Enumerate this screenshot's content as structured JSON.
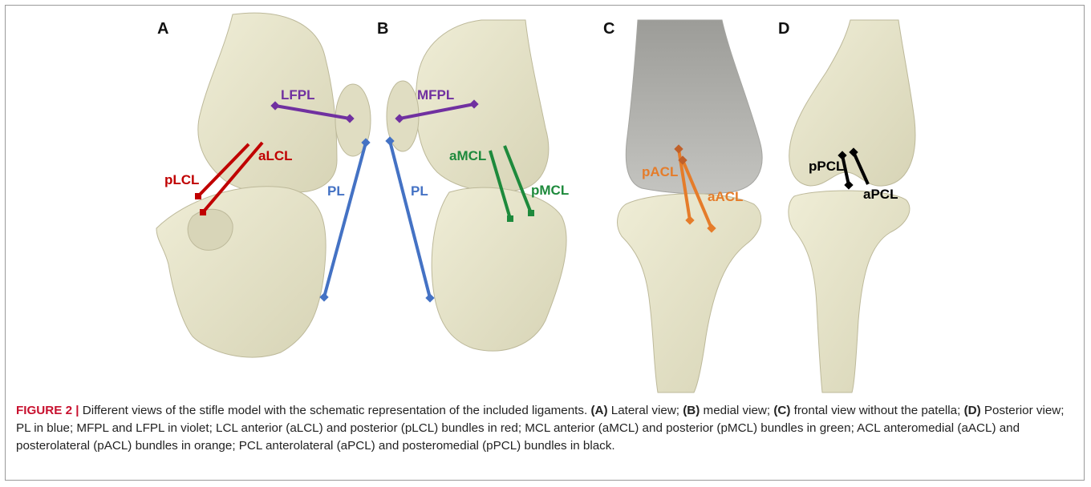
{
  "figure": {
    "panels": [
      "A",
      "B",
      "C",
      "D"
    ],
    "ligaments": {
      "A": {
        "lfpl": "LFPL",
        "alcl": "aLCL",
        "plcl": "pLCL",
        "pl": "PL"
      },
      "B": {
        "mfpl": "MFPL",
        "amcl": "aMCL",
        "pmcl": "pMCL",
        "pl": "PL"
      },
      "C": {
        "pacl": "pACL",
        "aacl": "aACL"
      },
      "D": {
        "ppcl": "pPCL",
        "apcl": "aPCL"
      }
    },
    "colors": {
      "bone": "#e6e3c8",
      "bone_shadow": "#c9c6a6",
      "femur_translucent": "#b4b4b0",
      "violet": "#7030a0",
      "red": "#c00000",
      "blue": "#4472c4",
      "green": "#1e8a3c",
      "orange": "#e57c2a",
      "black": "#000000"
    }
  },
  "caption": {
    "label": "FIGURE 2 |",
    "parts": [
      {
        "t": " Different views of the stifle model with the schematic representation of the included ligaments. "
      },
      {
        "t": "(A)",
        "b": true
      },
      {
        "t": " Lateral view; "
      },
      {
        "t": "(B)",
        "b": true
      },
      {
        "t": " medial view; "
      },
      {
        "t": "(C)",
        "b": true
      },
      {
        "t": " frontal view without the patella; "
      },
      {
        "t": "(D)",
        "b": true
      },
      {
        "t": " Posterior view; PL in blue; MFPL and LFPL in violet; LCL anterior (aLCL) and posterior (pLCL) bundles in red; MCL anterior (aMCL) and posterior (pMCL) bundles in green; ACL anteromedial (aACL) and posterolateral (pACL) bundles in orange; PCL anterolateral (aPCL) and posteromedial (pPCL) bundles in black."
      }
    ]
  }
}
